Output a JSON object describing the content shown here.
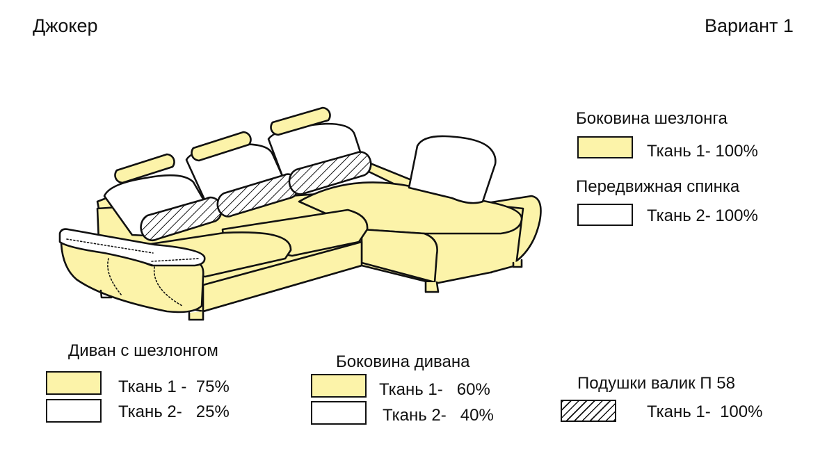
{
  "header": {
    "model": "Джокер",
    "variant": "Вариант 1"
  },
  "colors": {
    "fabric1": "#fcf3a9",
    "fabric2": "#ffffff",
    "outline": "#111111"
  },
  "legend_right": {
    "chaise_side": {
      "title": "Боковина шезлонга",
      "row": "Ткань 1- 100%"
    },
    "movable_back": {
      "title": "Передвижная спинка",
      "row": "Ткань 2- 100%"
    }
  },
  "legend_bottom": {
    "sofa": {
      "title": "Диван с шезлонгом",
      "row1": "Ткань 1 -  75%",
      "row2": "Ткань 2-   25%"
    },
    "sofa_side": {
      "title": "Боковина дивана",
      "row1": "Ткань 1-   60%",
      "row2": "Ткань 2-   40%"
    },
    "pillows": {
      "title": "Подушки валик П 58",
      "row": "Ткань 1-  100%"
    }
  }
}
